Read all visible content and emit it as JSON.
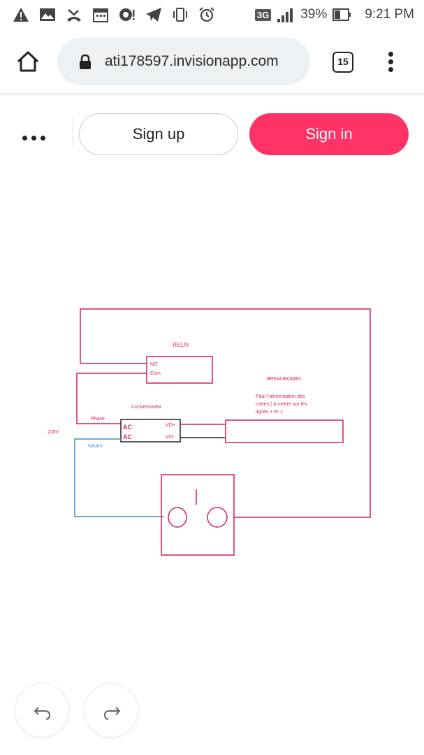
{
  "status_bar": {
    "battery_percent": "39%",
    "network": "3G",
    "time": "9:21 PM",
    "icons": [
      "warning-icon",
      "image-icon",
      "missed-call-icon",
      "calendar-icon",
      "alert-icon",
      "telegram-icon",
      "vibrate-icon",
      "alarm-icon",
      "network-3g-icon",
      "signal-icon",
      "battery-icon"
    ]
  },
  "browser": {
    "url": "ati178597.invisionapp.com",
    "tab_count": "15"
  },
  "header": {
    "signup_label": "Sign up",
    "signin_label": "Sign in",
    "signin_color": "#ff3366"
  },
  "diagram": {
    "relay_title": "RELAI",
    "relay_no": "NO",
    "relay_com": "Com",
    "breadboard_title": "BREADBOARD",
    "breadboard_note_1": "Pour l'alimentation des",
    "breadboard_note_2": "cartes ( à mettre sur les",
    "breadboard_note_3": "lignes + et -)",
    "converter_title": "Convertisseur",
    "converter_in1": "AC",
    "converter_in2": "AC",
    "converter_out1": "VO+",
    "converter_out2": "VO-",
    "phase_label": "Phase",
    "voltage_label": "220V",
    "neutral_label": "Neutre",
    "wire_color_phase": "#d81e5b",
    "wire_color_neutral": "#3d8fd1",
    "wire_color_dc": "#222222"
  },
  "footer": {
    "undo_icon": "undo-icon",
    "redo_icon": "redo-icon"
  }
}
